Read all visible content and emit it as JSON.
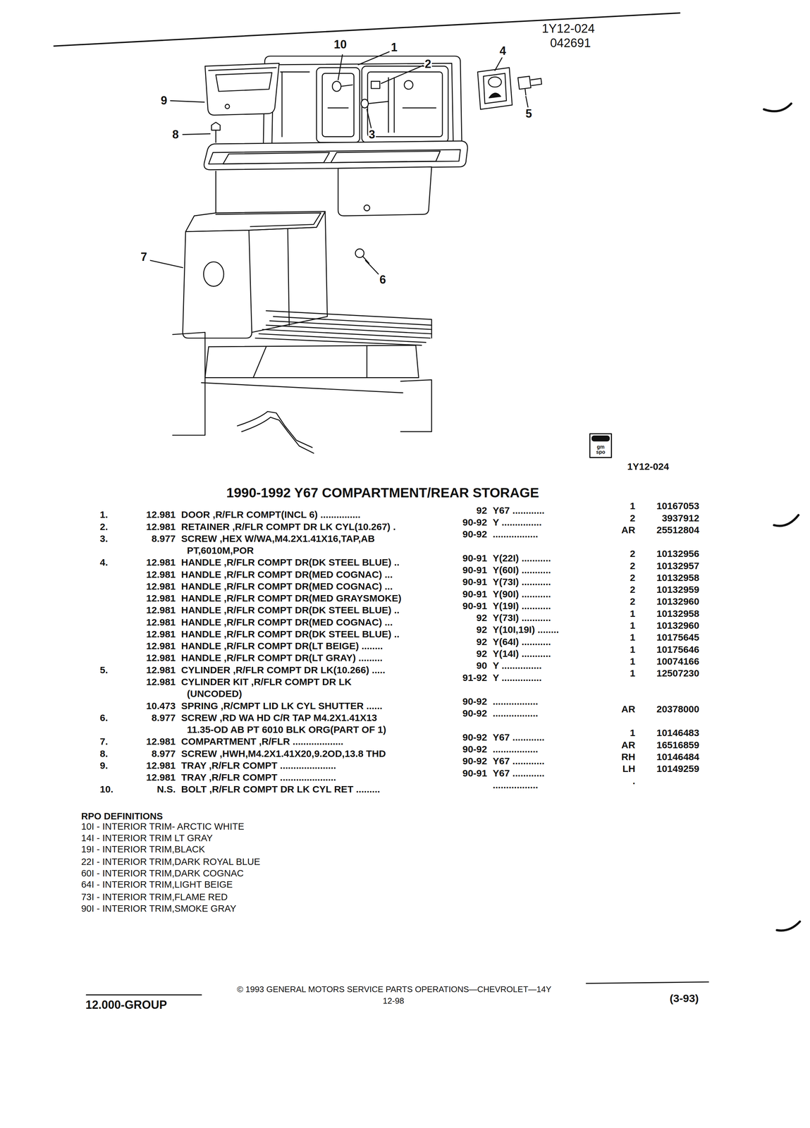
{
  "diagram": {
    "title": "1990-1992 Y67 COMPARTMENT/REAR STORAGE",
    "labels": [
      "1Y12-024",
      "042691",
      "10",
      "1",
      "2",
      "4",
      "5",
      "3",
      "9",
      "8",
      "7",
      "6",
      "gm spo",
      "1Y12-024",
      "1.",
      "12.981",
      "DOOR ,R/FLR COMPT(INCL 6) ...............",
      "92",
      "Y67 ............",
      "1",
      "10167053",
      "2.",
      "12.981",
      "RETAINER ,R/FLR COMPT DR LK CYL(10.267) .",
      "90-92",
      "Y ...............",
      "2",
      "3937912",
      "3.",
      "8.977",
      "SCREW ,HEX W/WA,M4.2X1.41X16,TAP,AB",
      "90-92",
      ".................",
      "AR",
      "25512804",
      "PT,6010M,POR",
      "4.",
      "12.981",
      "HANDLE ,R/FLR COMPT DR(DK STEEL BLUE) ..",
      "90-91",
      "Y(22I) ...........",
      "2",
      "10132956",
      "12.981",
      "HANDLE ,R/FLR COMPT DR(MED COGNAC) ...",
      "90-91",
      "Y(60I) ...........",
      "2",
      "10132957",
      "12.981",
      "HANDLE ,R/FLR COMPT DR(MED COGNAC) ...",
      "90-91",
      "Y(73I) ...........",
      "2",
      "10132958",
      "12.981",
      "HANDLE ,R/FLR COMPT DR(MED GRAYSMOKE)",
      "90-91",
      "Y(90I) ...........",
      "2",
      "10132959",
      "12.981",
      "HANDLE ,R/FLR COMPT DR(DK STEEL BLUE) ..",
      "90-91",
      "Y(19I) ...........",
      "2",
      "10132960",
      "12.981",
      "HANDLE ,R/FLR COMPT DR(MED COGNAC) ...",
      "92",
      "Y(73I) ...........",
      "1",
      "10132958",
      "12.981",
      "HANDLE ,R/FLR COMPT DR(DK STEEL BLUE) ..",
      "92",
      "Y(10I,19I) ........",
      "1",
      "10132960",
      "12.981",
      "HANDLE ,R/FLR COMPT DR(LT BEIGE) ........",
      "92",
      "Y(64I) ...........",
      "1",
      "10175645",
      "12.981",
      "HANDLE ,R/FLR COMPT DR(LT GRAY) .........",
      "92",
      "Y(14I) ...........",
      "1",
      "10175646",
      "5.",
      "12.981",
      "CYLINDER ,R/FLR COMPT DR LK(10.266) .....",
      "90",
      "Y ...............",
      "1",
      "10074166",
      "12.981",
      "CYLINDER KIT ,R/FLR COMPT DR LK",
      "91-92",
      "Y ...............",
      "1",
      "12507230",
      "(UNCODED)",
      "10.473",
      "SPRING ,R/CMPT LID LK CYL SHUTTER ......",
      "90-92",
      ".................",
      "6.",
      "8.977",
      "SCREW ,RD WA HD C/R TAP M4.2X1.41X13",
      "90-92",
      ".................",
      "AR",
      "20378000",
      "11.35-OD AB PT 6010 BLK ORG(PART OF 1)",
      "7.",
      "12.981",
      "COMPARTMENT ,R/FLR ...................",
      "90-92",
      "Y67 ............",
      "1",
      "10146483",
      "8.",
      "8.977",
      "SCREW ,HWH,M4.2X1.41X20,9.2OD,13.8 THD",
      "90-92",
      ".................",
      "AR",
      "16516859",
      "9.",
      "12.981",
      "TRAY ,R/FLR COMPT .....................",
      "90-92",
      "Y67 ............",
      "RH",
      "10146484",
      "12.981",
      "TRAY ,R/FLR COMPT .....................",
      "90-91",
      "Y67 ............",
      "LH",
      "10149259",
      "10.",
      "N.S.",
      "BOLT ,R/FLR COMPT DR LK CYL RET .........",
      ".................",
      ".",
      "RPO DEFINITIONS",
      "10I - INTERIOR TRIM- ARCTIC WHITE",
      "14I - INTERIOR TRIM LT GRAY",
      "19I - INTERIOR TRIM,BLACK",
      "22I - INTERIOR TRIM,DARK ROYAL BLUE",
      "60I - INTERIOR TRIM,DARK COGNAC",
      "64I - INTERIOR TRIM,LIGHT BEIGE",
      "73I - INTERIOR TRIM,FLAME RED",
      "90I - INTERIOR TRIM,SMOKE GRAY",
      "© 1993 GENERAL MOTORS SERVICE PARTS OPERATIONS—CHEVROLET—14Y",
      "12-98",
      "12.000-GROUP",
      "(3-93)"
    ]
  }
}
